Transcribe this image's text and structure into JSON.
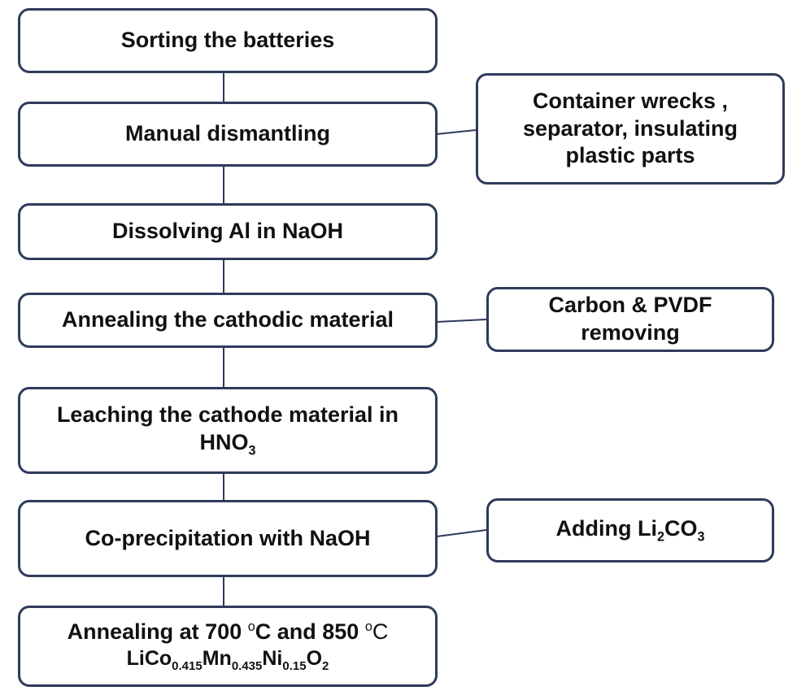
{
  "main_steps": [
    {
      "lines": [
        "Sorting the batteries"
      ]
    },
    {
      "lines": [
        "Manual dismantling"
      ]
    },
    {
      "lines": [
        "Dissolving Al in NaOH"
      ]
    },
    {
      "lines": [
        "Annealing the cathodic material"
      ]
    },
    {
      "lines": [
        "Leaching the cathode material in",
        "HNO"
      ],
      "subscript": "3"
    },
    {
      "lines": [
        "Co-precipitation with NaOH"
      ]
    },
    {
      "line1_pre": "Annealing at 700 ",
      "degree": "o",
      "unit": "C",
      "line1_mid": " and 850 ",
      "formula_parts": [
        {
          "text": "LiCo",
          "sub": "0.415"
        },
        {
          "text": "Mn",
          "sub": "0.435"
        },
        {
          "text": "Ni",
          "sub": "0.15"
        },
        {
          "text": "O",
          "sub": "2"
        }
      ]
    }
  ],
  "side_outputs": [
    {
      "lines": [
        "Container wrecks ,",
        "separator, insulating",
        "plastic parts"
      ]
    },
    {
      "lines": [
        "Carbon & PVDF",
        "removing"
      ]
    },
    {
      "text": "Adding Li",
      "sub1": "2",
      "text2": "CO",
      "sub2": "3"
    }
  ],
  "colors": {
    "border": "#2f3a5c",
    "connector": "#2f3a5c",
    "text": "#111111"
  }
}
